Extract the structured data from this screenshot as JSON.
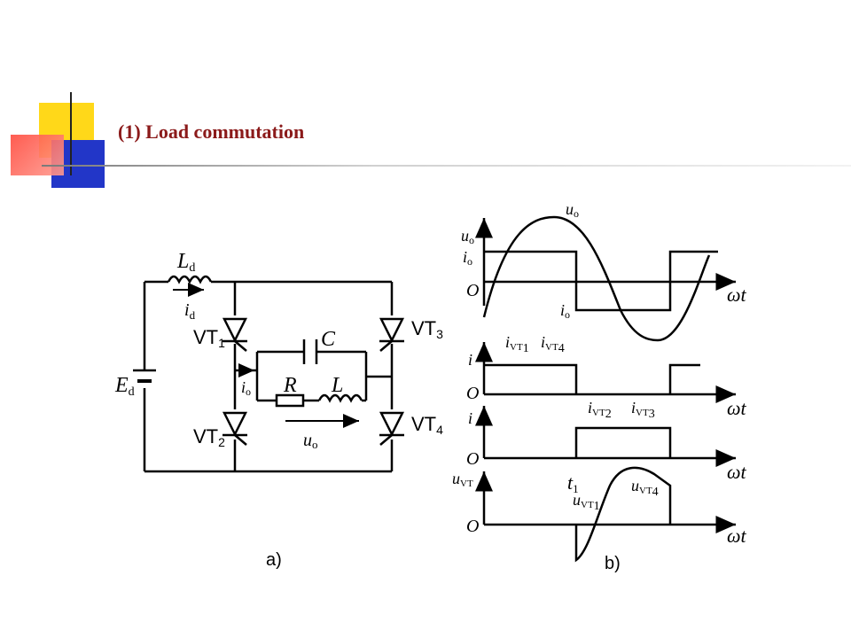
{
  "slide": {
    "title": "(1) Load commutation"
  },
  "circuit": {
    "caption": "a)",
    "source_label": "E",
    "source_sub": "d",
    "inductor_label": "L",
    "inductor_sub": "d",
    "current_label": "i",
    "current_sub": "d",
    "vt1": "VT",
    "vt1_sub": "1",
    "vt2": "VT",
    "vt2_sub": "2",
    "vt3": "VT",
    "vt3_sub": "3",
    "vt4": "VT",
    "vt4_sub": "4",
    "cap_label": "C",
    "res_label": "R",
    "ind_label": "L",
    "io_label": "i",
    "io_sub": "o",
    "uo_label": "u",
    "uo_sub": "o"
  },
  "waveforms": {
    "caption": "b)",
    "origin": "O",
    "axis_x": "ωt",
    "p1_y": "u",
    "p1_y_sub": "o",
    "p1_y2": "i",
    "p1_y2_sub": "o",
    "p1_uo": "u",
    "p1_uo_sub": "o",
    "p1_io": "i",
    "p1_io_sub": "o",
    "p2_y": "i",
    "p2_l1": "i",
    "p2_l1_sub": "VT",
    "p2_l1_n": "1",
    "p2_l2": "i",
    "p2_l2_sub": "VT",
    "p2_l2_n": "4",
    "p3_y": "i",
    "p3_l1": "i",
    "p3_l1_sub": "VT",
    "p3_l1_n": "2",
    "p3_l2": "i",
    "p3_l2_sub": "VT",
    "p3_l2_n": "3",
    "p4_y": "u",
    "p4_y_sub": "VT",
    "p4_t1": "t",
    "p4_t1_sub": "1",
    "p4_l1": "u",
    "p4_l1_sub": "VT",
    "p4_l1_n": "1",
    "p4_l2": "u",
    "p4_l2_sub": "VT",
    "p4_l2_n": "4"
  }
}
